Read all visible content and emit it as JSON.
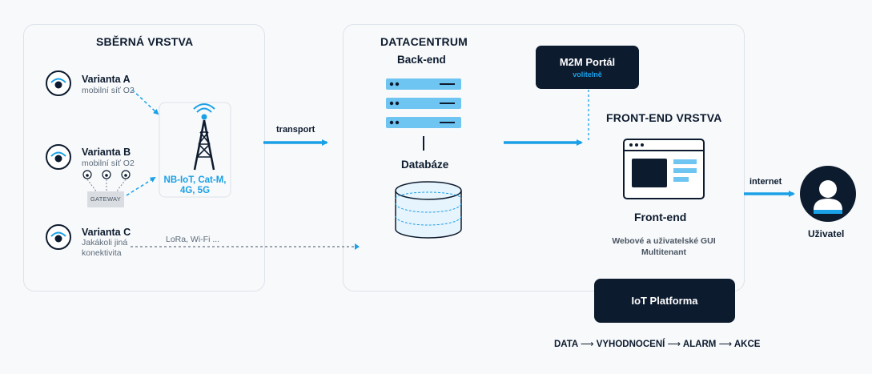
{
  "colors": {
    "navy": "#0d1b2e",
    "accent": "#1aa0e6",
    "panel_border": "#dde3ea",
    "text_muted": "#5f6c7b"
  },
  "collection": {
    "title": "SBĚRNÁ VRSTVA",
    "variant_a": {
      "name": "Varianta A",
      "sub": "mobilní síť O2"
    },
    "variant_b": {
      "name": "Varianta B",
      "sub": "mobilní síť O2"
    },
    "variant_c": {
      "name": "Varianta C",
      "sub1": "Jakákoli jiná",
      "sub2": "konektivita"
    },
    "gateway": "GATEWAY",
    "tower_line1": "NB-IoT, Cat-M,",
    "tower_line2": "4G, 5G",
    "lora": "LoRa, Wi-Fi ..."
  },
  "transport": "transport",
  "datacenter": {
    "title": "DATACENTRUM",
    "backend": "Back-end",
    "database": "Databáze"
  },
  "m2m": {
    "title": "M2M Portál",
    "sub": "volitelně"
  },
  "frontend": {
    "title": "FRONT-END VRSTVA",
    "label": "Front-end",
    "desc1": "Webové a uživatelské GUI",
    "desc2": "Multitenant"
  },
  "internet": "internet",
  "user": "Uživatel",
  "iot": "IoT Platforma",
  "pipeline": {
    "step1": "DATA",
    "step2": "VYHODNOCENÍ",
    "step3": "ALARM",
    "step4": "AKCE",
    "arrow": "⟶"
  },
  "icons": [
    "device-icon",
    "cell-tower-icon",
    "server-icon",
    "database-icon",
    "browser-window-icon",
    "user-icon",
    "arrow-right-icon"
  ]
}
